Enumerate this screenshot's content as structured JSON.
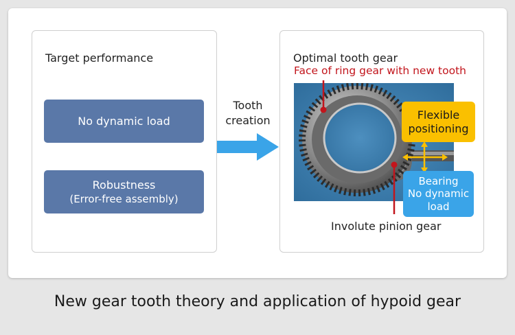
{
  "left_panel": {
    "title": "Target performance",
    "box1": "No dynamic load",
    "box2_line1": "Robustness",
    "box2_line2": "(Error-free assembly)"
  },
  "arrow": {
    "line1": "Tooth",
    "line2": "creation"
  },
  "right_panel": {
    "title": "Optimal tooth gear",
    "ring_callout": "Face of ring gear with new tooth",
    "flexible_line1": "Flexible",
    "flexible_line2": "positioning",
    "bearing_line1": "Bearing",
    "bearing_line2": "No dynamic",
    "bearing_line3": "load",
    "pinion_label": "Involute pinion gear"
  },
  "caption": "New gear tooth theory and application of hypoid gear",
  "colors": {
    "box_blue": "#5a78a8",
    "arrow_blue": "#3aa4e8",
    "callout_red": "#c2151c",
    "yellow": "#fac000",
    "photo_bg": "#3e7fb0"
  }
}
